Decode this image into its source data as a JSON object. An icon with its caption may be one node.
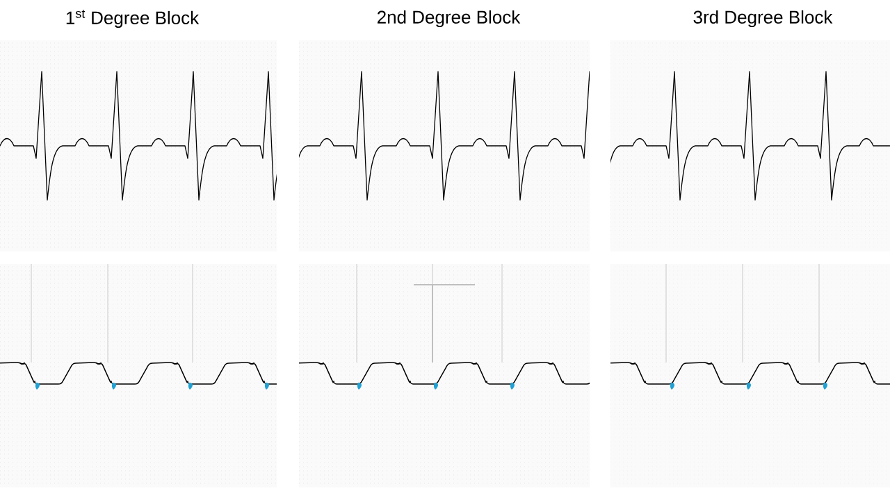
{
  "diagram": {
    "labels": [
      "1$^{st}$ Degree Block",
      "2nd Degree Block",
      "3rd Degree Block"
    ]
  }
}
